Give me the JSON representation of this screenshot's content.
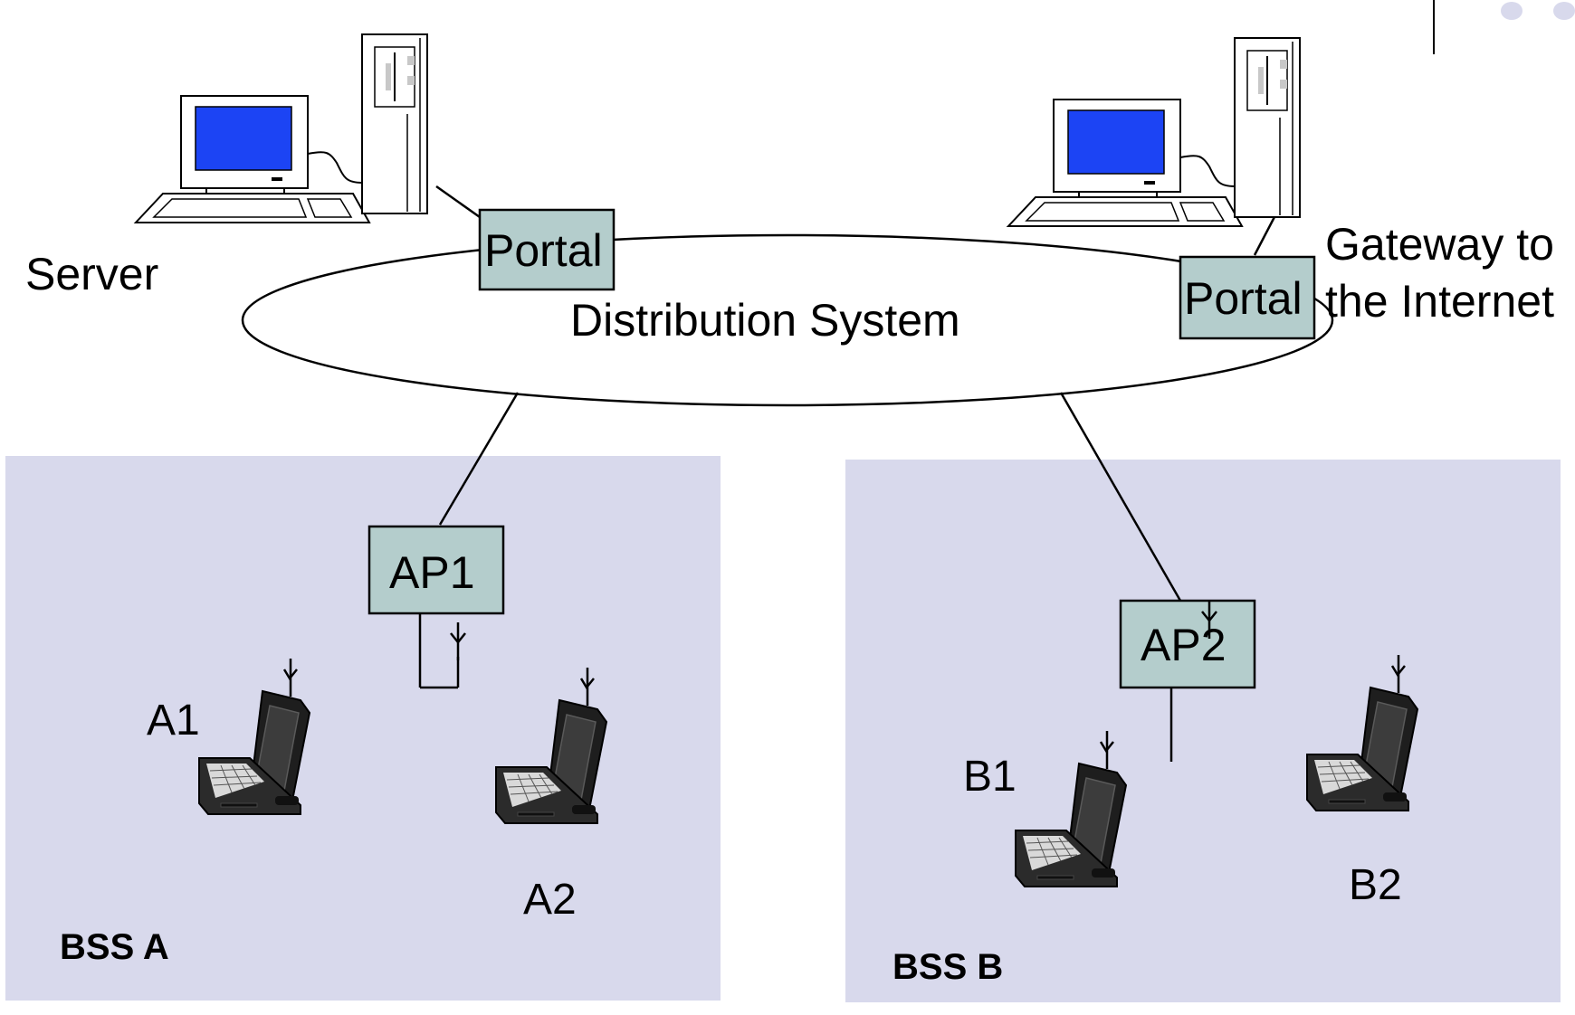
{
  "labels": {
    "server": "Server",
    "portal_left": "Portal",
    "portal_right": "Portal",
    "distribution_system": "Distribution System",
    "gateway_line1": "Gateway to",
    "gateway_line2": "the Internet",
    "ap1": "AP1",
    "ap2": "AP2",
    "a1": "A1",
    "a2": "A2",
    "b1": "B1",
    "b2": "B2",
    "bss_a": "BSS A",
    "bss_b": "BSS B"
  },
  "colors": {
    "bss_fill": "#d8d9ec",
    "box_fill": "#b4cdcc",
    "monitor_screen": "#1c44f4",
    "stroke": "#000000"
  },
  "icons": {
    "server_computer": "desktop-computer-icon",
    "gateway_computer": "desktop-computer-icon",
    "laptop": "laptop-icon",
    "antenna": "antenna-icon"
  }
}
